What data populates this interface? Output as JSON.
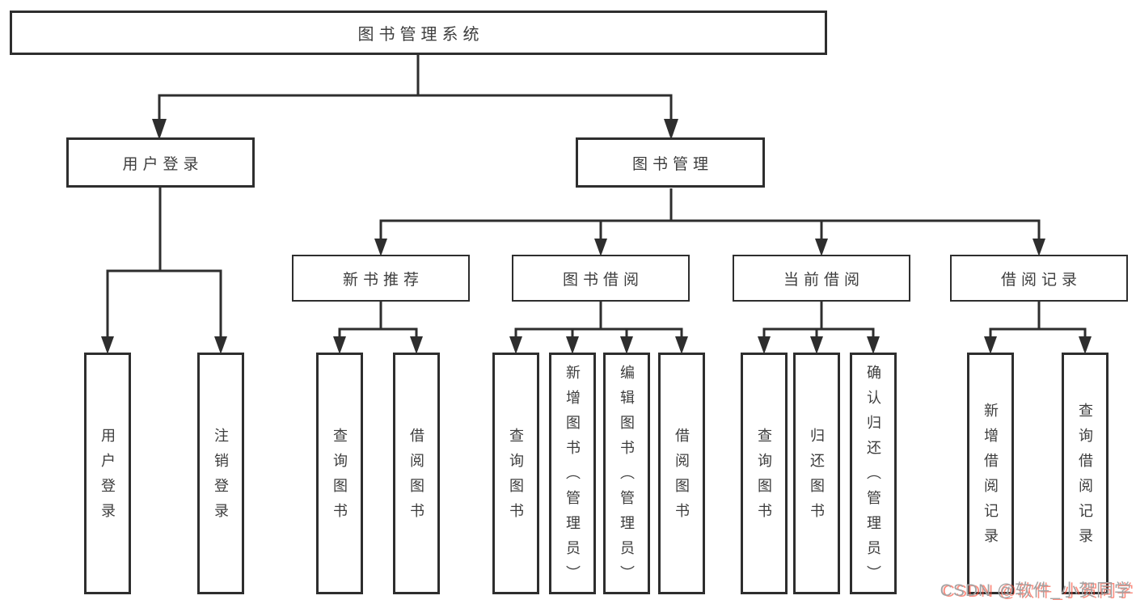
{
  "diagram": {
    "root": {
      "label": "图书管理系统"
    },
    "branches": [
      {
        "label": "用户登录",
        "children": [
          {
            "label": "用户登录"
          },
          {
            "label": "注销登录"
          }
        ]
      },
      {
        "label": "图书管理",
        "children": [
          {
            "label": "新书推荐",
            "children": [
              {
                "label": "查询图书"
              },
              {
                "label": "借阅图书"
              }
            ]
          },
          {
            "label": "图书借阅",
            "children": [
              {
                "label": "查询图书"
              },
              {
                "label": "新增图书（管理员）"
              },
              {
                "label": "编辑图书（管理员）"
              },
              {
                "label": "借阅图书"
              }
            ]
          },
          {
            "label": "当前借阅",
            "children": [
              {
                "label": "查询图书"
              },
              {
                "label": "归还图书"
              },
              {
                "label": "确认归还（管理员）"
              }
            ]
          },
          {
            "label": "借阅记录",
            "children": [
              {
                "label": "新增借阅记录"
              },
              {
                "label": "查询借阅记录"
              }
            ]
          }
        ]
      }
    ]
  },
  "watermark": {
    "text": "CSDN @软件_小贺同学"
  },
  "colors": {
    "line": "#2e2e2e",
    "box_border": "#2e2e2e",
    "text": "#3d3d3d",
    "watermark_gray": "#a3a3a3",
    "watermark_red": "#fa503c",
    "background": "#ffffff"
  }
}
